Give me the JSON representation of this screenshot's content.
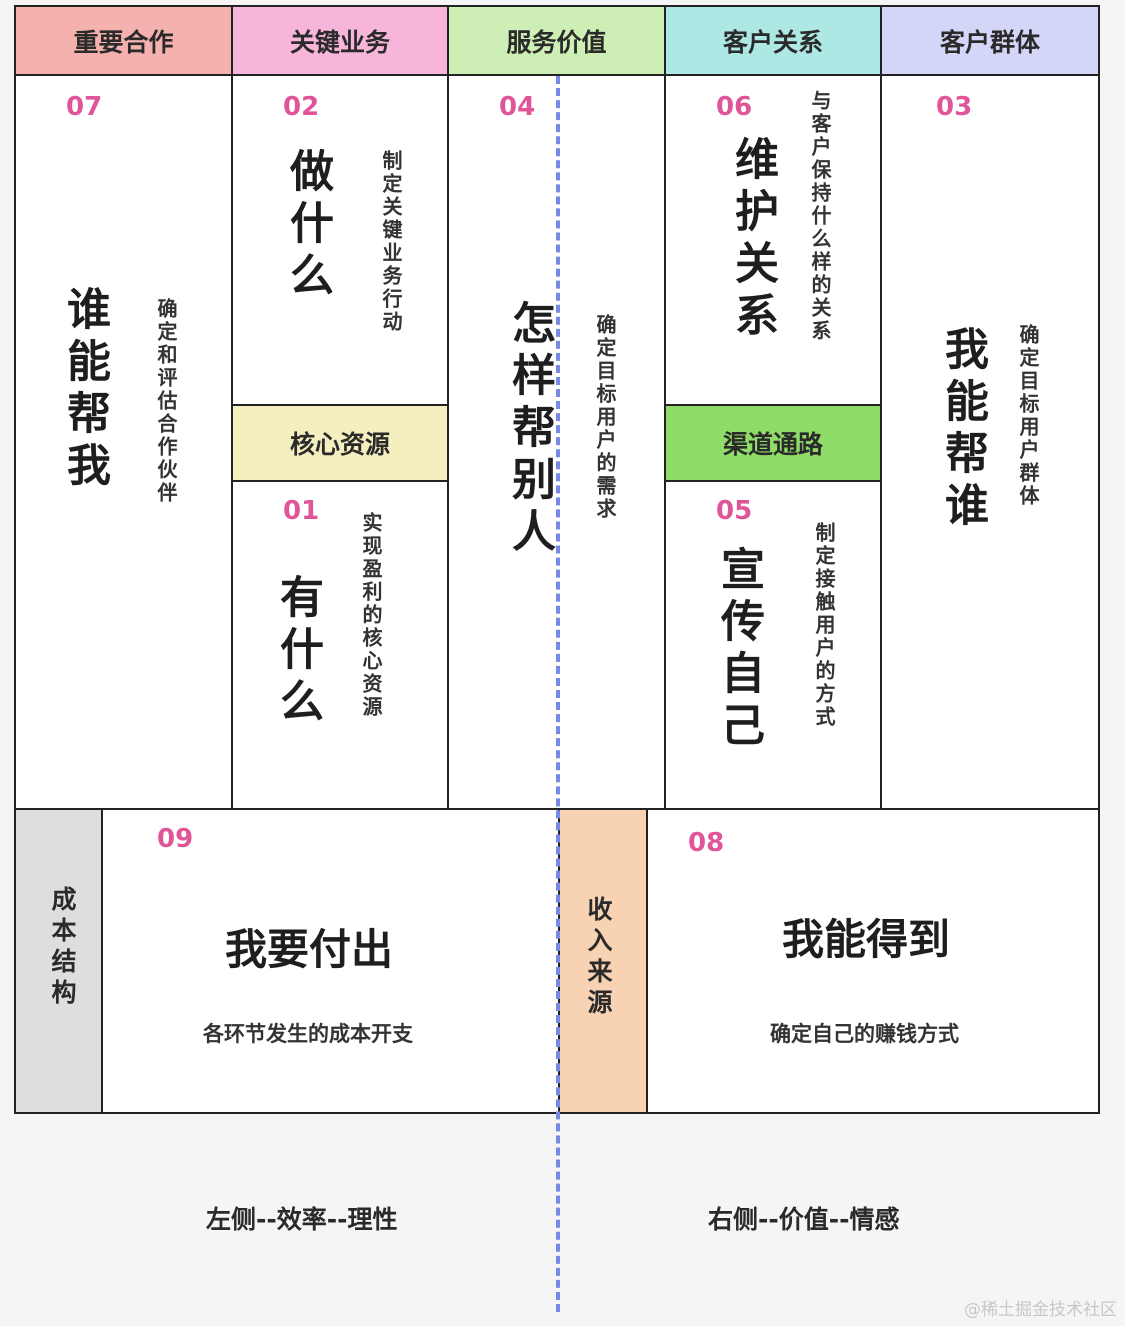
{
  "headers": [
    {
      "label": "重要合作",
      "color": "#f5b1ad"
    },
    {
      "label": "关键业务",
      "color": "#f6b5d9"
    },
    {
      "label": "服务价值",
      "color": "#cdeeb4"
    },
    {
      "label": "客户关系",
      "color": "#aee8e4"
    },
    {
      "label": "客户群体",
      "color": "#d4d6f8"
    }
  ],
  "key_partners": {
    "number": "07",
    "title": "谁能帮我",
    "desc": "确定和评估合作伙伴"
  },
  "key_activities": {
    "number": "02",
    "title": "做什么",
    "desc": "制定关键业务行动"
  },
  "key_resources": {
    "header": "核心资源",
    "header_color": "#f5efc0",
    "number": "01",
    "title": "有什么",
    "desc": "实现盈利的核心资源"
  },
  "value": {
    "number": "04",
    "title": "怎样帮别人",
    "desc": "确定目标用户的需求"
  },
  "relationships": {
    "number": "06",
    "title": "维护关系",
    "desc": "与客户保持什么样的关系"
  },
  "channels": {
    "header": "渠道通路",
    "header_color": "#8fdd68",
    "number": "05",
    "title": "宣传自己",
    "desc": "制定接触用户的方式"
  },
  "segments": {
    "number": "03",
    "title": "我能帮谁",
    "desc": "确定目标用户群体"
  },
  "cost": {
    "label": "成本结构",
    "label_color": "#dedede",
    "number": "09",
    "title": "我要付出",
    "desc": "各环节发生的成本开支"
  },
  "revenue": {
    "label": "收入来源",
    "label_color": "#f8d3b3",
    "number": "08",
    "title": "我能得到",
    "desc": "确定自己的赚钱方式"
  },
  "footer": {
    "left": "左侧--效率--理性",
    "right": "右侧--价值--情感"
  },
  "watermark": "@稀土掘金技术社区"
}
